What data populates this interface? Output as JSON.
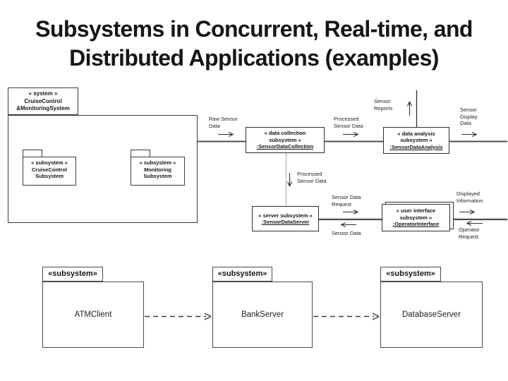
{
  "colors": {
    "background": "#ffffff",
    "line": "#4d4d4d",
    "text": "#161616"
  },
  "title": {
    "text": "Subsystems in Concurrent, Real-time, and\nDistributed Applications (examples)"
  },
  "cruise_system": {
    "tab": "« system »\nCruiseControl\n&MonitoringSystem",
    "cruise_pkg": "« subsystem »\nCruiseControl\nSubsystem",
    "monitoring_pkg": "« subsystem »\nMonitoring\nSubsystem"
  },
  "sensor_flow": {
    "collection": {
      "stereotype": "« data collection\nsubsystem »",
      "instance": ":SensorDataCollection"
    },
    "analysis": {
      "stereotype": "« data analysis\nsubsystem »",
      "instance": ":SensorDataAnalysis"
    },
    "server": {
      "stereotype": "« server subsystem »",
      "instance": ":SensorDataServer"
    },
    "operator": {
      "stereotype": "« user interface\nsubsystem »",
      "instance": ":OperatorInterface"
    },
    "flows": {
      "raw_sensor_data": "Raw Sensor\nData",
      "processed_sensor_data": "Processed\nSensor Data",
      "sensor_reports": "Sensor\nReports",
      "sensor_display_data": "Sensor\nDisplay\nData",
      "processed_sensor_data_down": "Processed\nSensor Data",
      "sensor_data_request": "Sensor Data\nRequest",
      "sensor_data": "Sensor Data",
      "displayed_information": "Displayed\nInformation",
      "operator_request": "Operator\nRequest"
    }
  },
  "distributed": {
    "packages": [
      {
        "stereotype": "«subsystem»",
        "name": "ATMClient"
      },
      {
        "stereotype": "«subsystem»",
        "name": "BankServer"
      },
      {
        "stereotype": "«subsystem»",
        "name": "DatabaseServer"
      }
    ]
  }
}
